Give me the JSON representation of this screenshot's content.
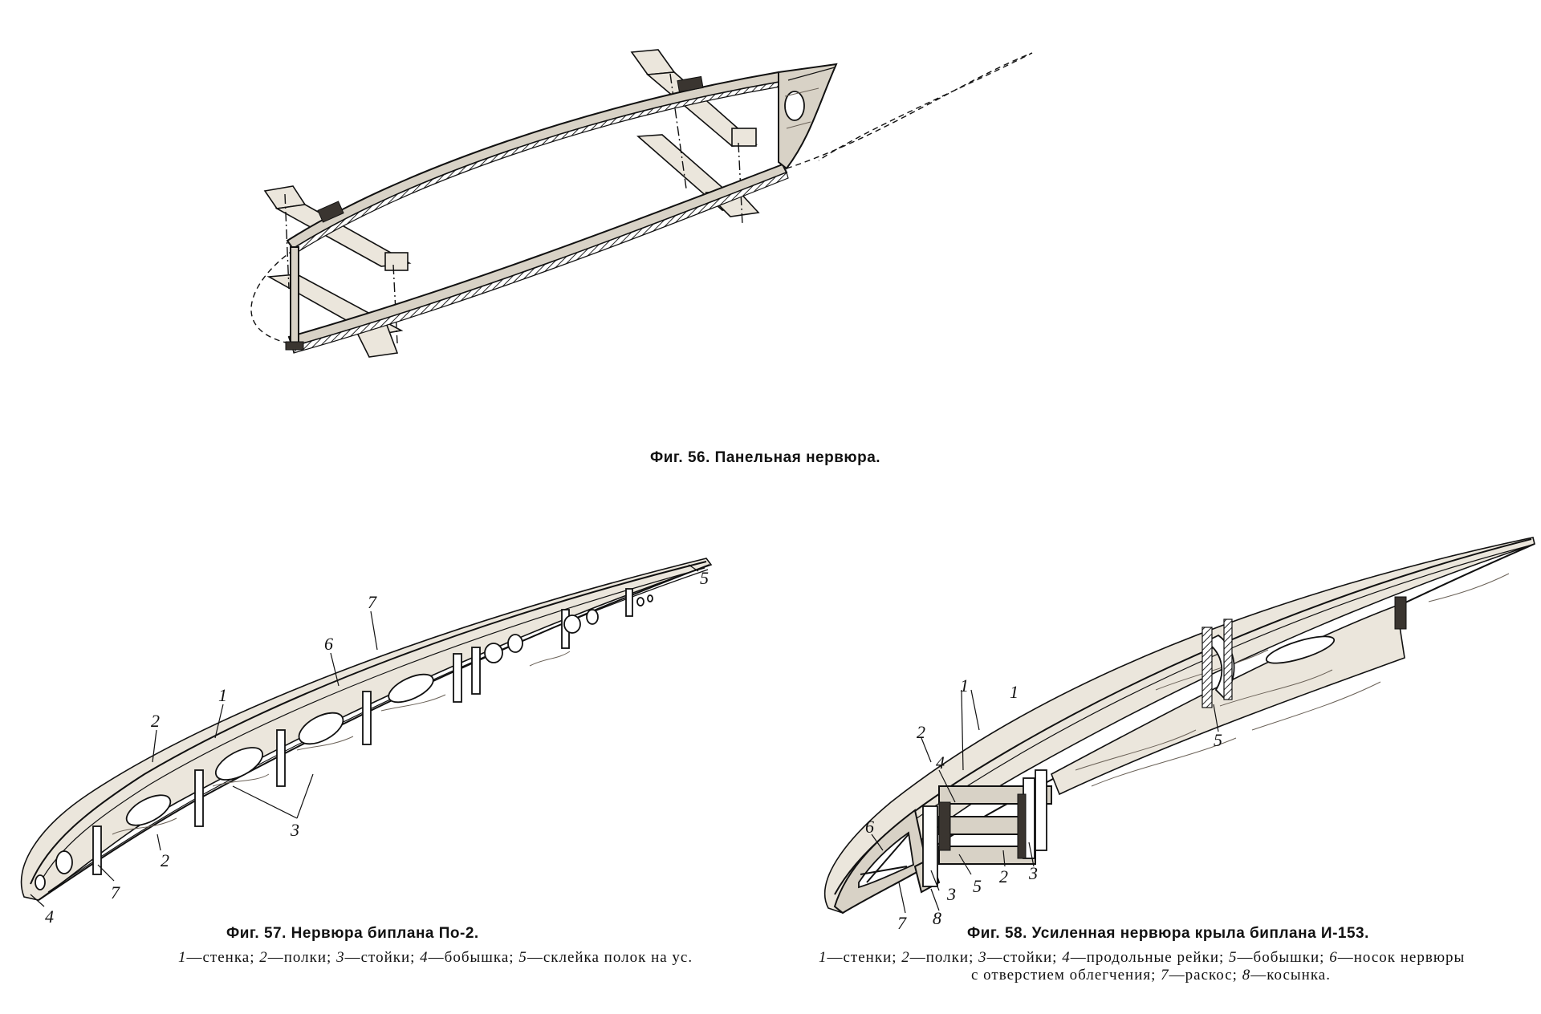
{
  "figures": [
    {
      "id": "fig56",
      "caption": "Фиг. 56. Панельная нервюра."
    },
    {
      "id": "fig57",
      "caption": "Фиг. 57. Нервюра биплана По-2.",
      "legend": [
        {
          "num": "1",
          "text": "—стенка; "
        },
        {
          "num": "2",
          "text": "—полки; "
        },
        {
          "num": "3",
          "text": "—стойки; "
        },
        {
          "num": "4",
          "text": "—бобышка; "
        },
        {
          "num": "5",
          "text": "—склейка полок на ус."
        }
      ],
      "callouts": [
        "1",
        "2",
        "2",
        "3",
        "4",
        "5",
        "6",
        "7",
        "7"
      ]
    },
    {
      "id": "fig58",
      "caption": "Фиг. 58. Усиленная нервюра крыла биплана И-153.",
      "legend_line1": [
        {
          "num": "1",
          "text": "—стенки; "
        },
        {
          "num": "2",
          "text": "—полки; "
        },
        {
          "num": "3",
          "text": "—стойки; "
        },
        {
          "num": "4",
          "text": "—продольные рейки; "
        },
        {
          "num": "5",
          "text": "—бобышки; "
        },
        {
          "num": "6",
          "text": "—носок нервюры"
        }
      ],
      "legend_line2": [
        {
          "num": "",
          "text": "с отверстием облегчения; "
        },
        {
          "num": "7",
          "text": "—раскос; "
        },
        {
          "num": "8",
          "text": "—косынка."
        }
      ],
      "callouts": [
        "1",
        "1",
        "2",
        "2",
        "3",
        "3",
        "4",
        "5",
        "5",
        "6",
        "7",
        "8"
      ]
    }
  ]
}
